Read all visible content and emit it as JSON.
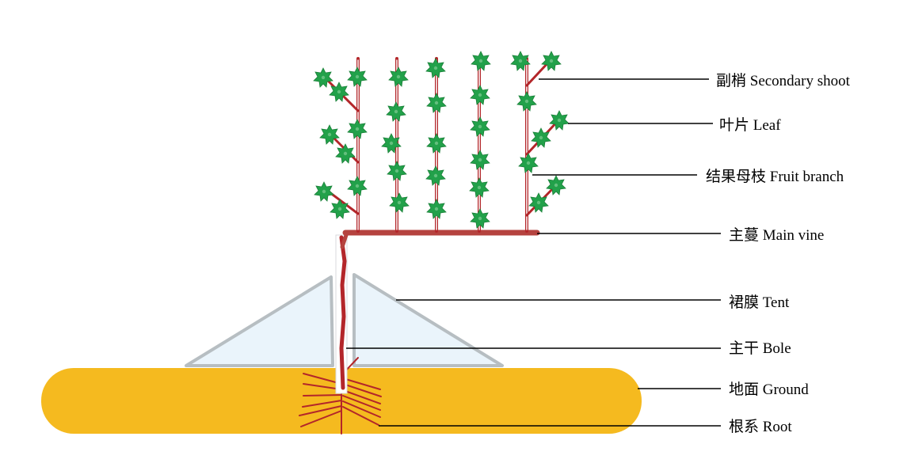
{
  "colors": {
    "ground": "#F5BA1F",
    "vine": "#B3262A",
    "main_vine": "#B5433F",
    "leaf": "#22A14A",
    "leaf_dark": "#1A7F38",
    "tent_fill": "#EAF4FB",
    "tent_stroke": "#B7BEC2",
    "leader_line": "#000000"
  },
  "labels": {
    "secondary_shoot": "副梢 Secondary shoot",
    "leaf": "叶片 Leaf",
    "fruit_branch": "结果母枝 Fruit branch",
    "main_vine": "主蔓 Main vine",
    "tent": "裙膜 Tent",
    "bole": "主干 Bole",
    "ground": "地面 Ground",
    "root": "根系 Root"
  },
  "icons": {
    "leaf_shape": "leaf-icon"
  }
}
